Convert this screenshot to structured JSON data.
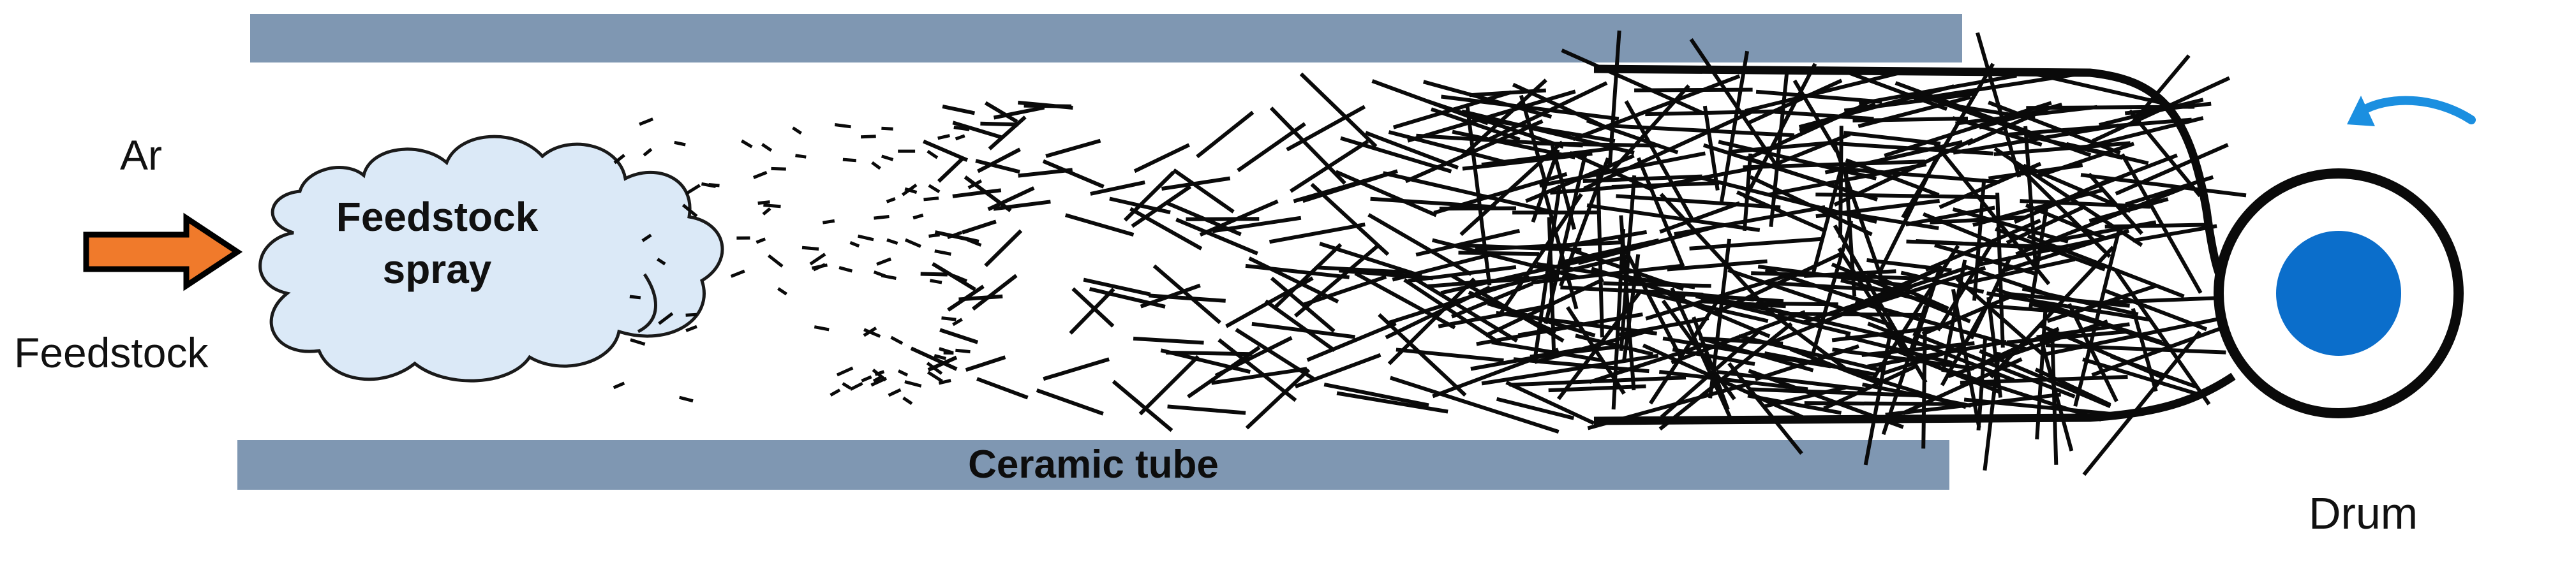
{
  "labels": {
    "ar": "Ar",
    "feedstock": "Feedstock",
    "spray_line1": "Feedstock",
    "spray_line2": "spray",
    "tube": "Ceramic tube",
    "drum": "Drum"
  },
  "colors": {
    "tube": "#7f97b2",
    "cloud_fill": "#dbe9f7",
    "arrow": "#f07a2b",
    "drum_core": "#0b6ecb",
    "rotation_arrow": "#1b8fe0",
    "fiber": "#0a0a0a"
  },
  "icons": {
    "inlet_arrow": "right-arrow-icon",
    "rotation": "curved-left-arrow-icon"
  }
}
